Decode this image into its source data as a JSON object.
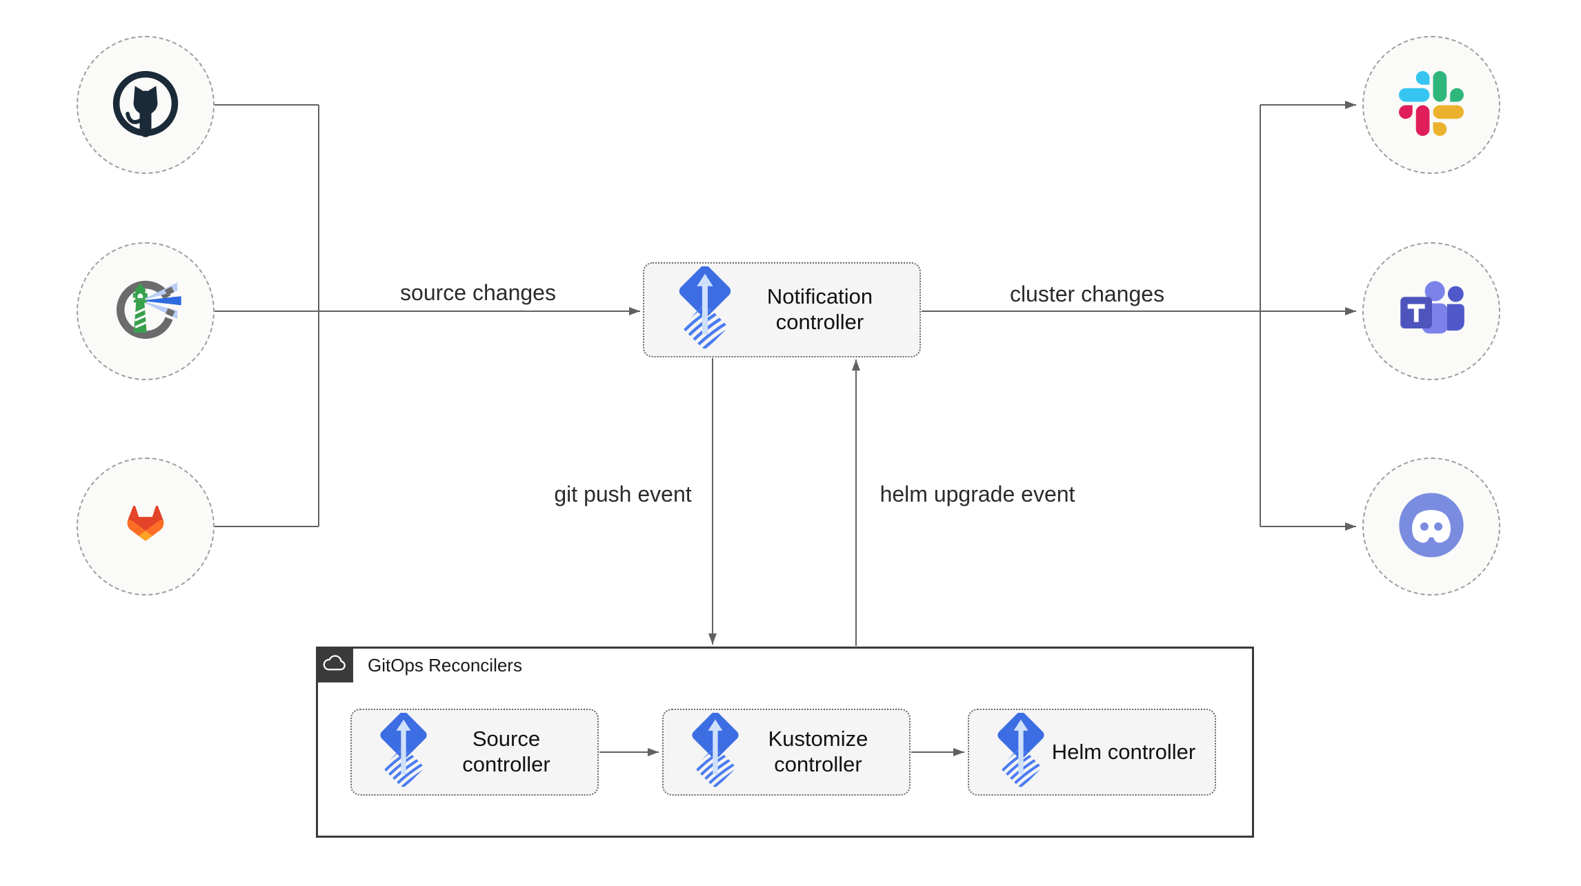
{
  "sources": [
    {
      "icon": "github-icon"
    },
    {
      "icon": "harbor-icon"
    },
    {
      "icon": "gitlab-icon"
    }
  ],
  "targets": [
    {
      "icon": "slack-icon"
    },
    {
      "icon": "teams-icon"
    },
    {
      "icon": "discord-icon"
    }
  ],
  "nodes": {
    "notification": "Notification controller",
    "source": "Source controller",
    "kustomize": "Kustomize controller",
    "helm": "Helm controller"
  },
  "container": {
    "label": "GitOps Reconcilers",
    "badge_icon": "cloud-icon"
  },
  "edge_labels": {
    "source_changes": "source changes",
    "cluster_changes": "cluster changes",
    "git_push": "git push event",
    "helm_upgrade": "helm upgrade event"
  },
  "colors": {
    "line": "#616161",
    "node_fill": "#f5f5f5",
    "node_border": "#666666",
    "circle_fill": "#fafaf8",
    "circle_border": "#9e9e9e",
    "container_border": "#3a3a3a",
    "flux_blue": "#3d6de2",
    "flux_stripe": "#4b7cf0",
    "flux_arrow_light": "#cfe0fb",
    "github_dark": "#1b2a38",
    "harbor_green": "#37a04c",
    "harbor_ring_gray": "#6b6b6b",
    "harbor_beam_blue": "#2f6be0",
    "harbor_beam_light": "#b9cdf6",
    "gitlab_red": "#e24329",
    "gitlab_orange": "#fc6d26",
    "gitlab_amber": "#fca326",
    "slack_blue": "#36c5f0",
    "slack_green": "#2eb67d",
    "slack_yellow": "#ecb22e",
    "slack_red": "#e01e5a",
    "teams_dark_purple": "#5059c9",
    "teams_light_purple": "#7b83eb",
    "teams_square": "#4d55bd",
    "discord_blurple": "#7a8ce0"
  }
}
